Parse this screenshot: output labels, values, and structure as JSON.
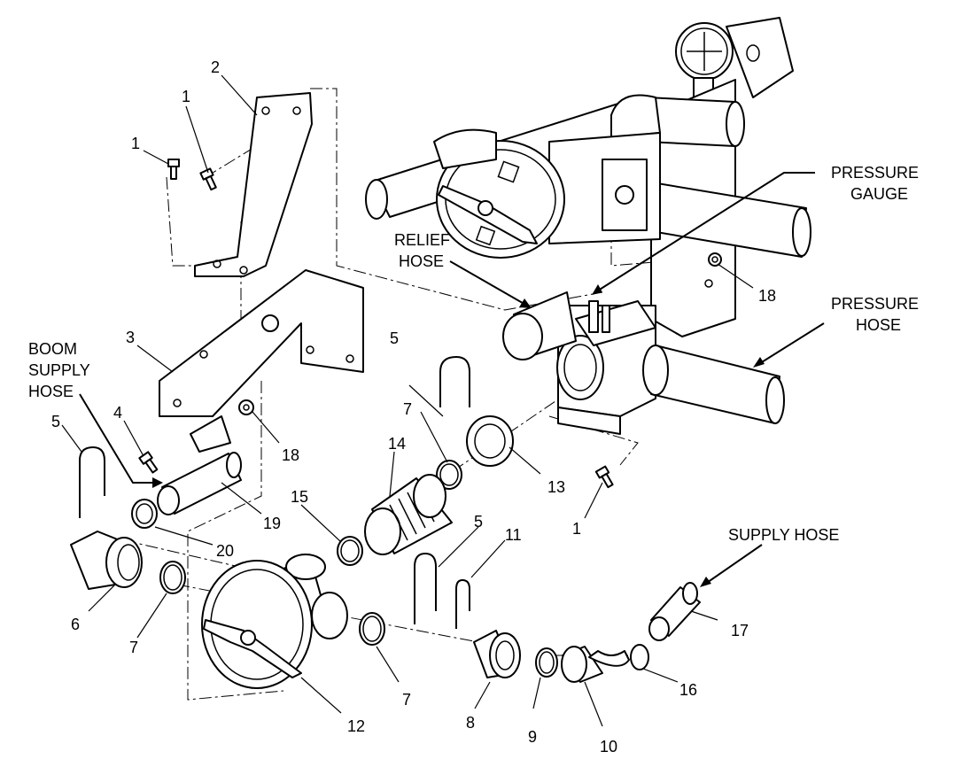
{
  "callouts": {
    "n1a": "1",
    "n1b": "1",
    "n1c": "1",
    "n2": "2",
    "n3": "3",
    "n4": "4",
    "n5a": "5",
    "n5b": "5",
    "n5c": "5",
    "n6": "6",
    "n7a": "7",
    "n7b": "7",
    "n7c": "7",
    "n8": "8",
    "n9": "9",
    "n10": "10",
    "n11": "11",
    "n12": "12",
    "n13": "13",
    "n14": "14",
    "n15": "15",
    "n16": "16",
    "n17": "17",
    "n18a": "18",
    "n18b": "18",
    "n19": "19",
    "n20": "20"
  },
  "labels": {
    "boom_1": "BOOM",
    "boom_2": "SUPPLY",
    "boom_3": "HOSE",
    "relief_1": "RELIEF",
    "relief_2": "HOSE",
    "gauge_1": "PRESSURE",
    "gauge_2": "GAUGE",
    "phose_1": "PRESSURE",
    "phose_2": "HOSE",
    "supply": "SUPPLY HOSE"
  }
}
